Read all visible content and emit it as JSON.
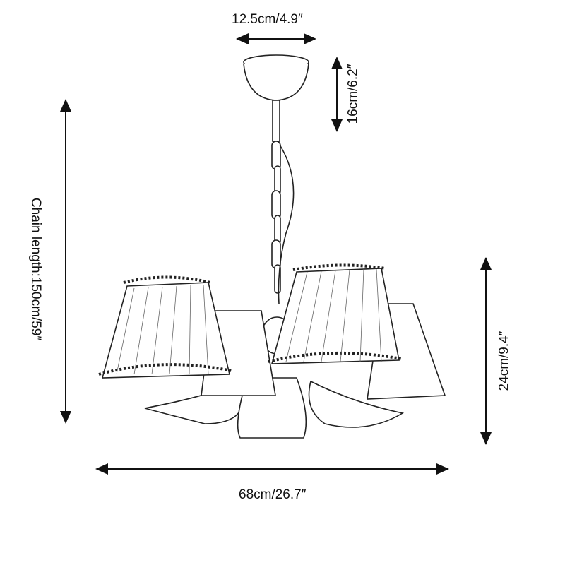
{
  "dimensions": {
    "canopy_width": "12.5cm/4.9″",
    "canopy_height": "16cm/6.2″",
    "chain_length": "Chain length:150cm/59″",
    "body_height": "24cm/9.4″",
    "overall_width": "68cm/26.7″"
  },
  "colors": {
    "line": "#111111",
    "shade_line": "#555555"
  }
}
